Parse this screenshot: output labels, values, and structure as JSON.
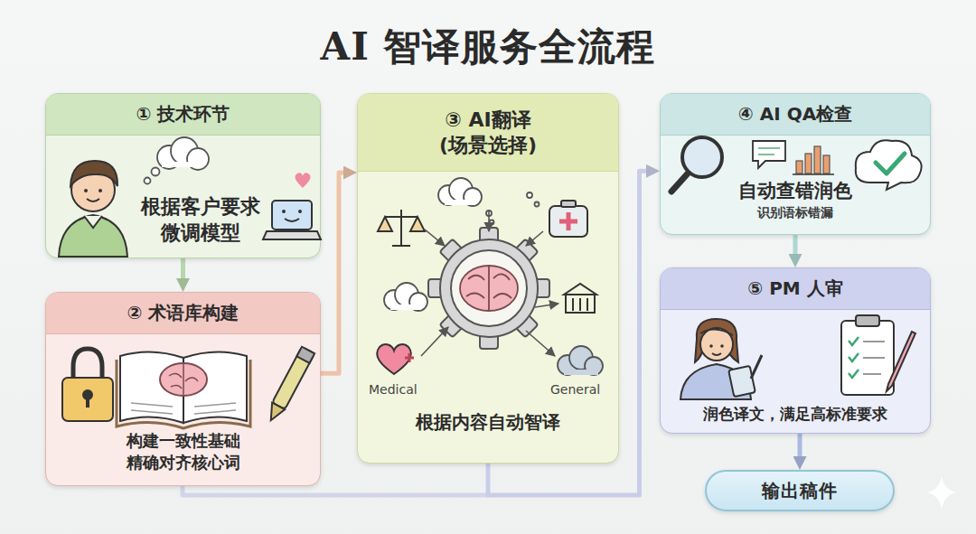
{
  "diagram": {
    "title": "AI 智译服务全流程",
    "nodes": [
      {
        "text": [
          "① 技术环节",
          "根据客户要求 微调模型"
        ]
      },
      {
        "text": [
          "② 术语库构建",
          "构建一致性基础 精确对齐核心词"
        ]
      },
      {
        "text": [
          "③ AI翻译 (场景选择)",
          "Medical",
          "General",
          "根据内容自动智译"
        ]
      },
      {
        "text": [
          "④ AI QA检查",
          "自动查错润色",
          "识别语标错漏"
        ]
      },
      {
        "text": [
          "⑤ PM 人审",
          "润色译文，满足高标准要求"
        ]
      },
      {
        "text": [
          "输出稿件"
        ]
      }
    ],
    "edges": [
      {
        "from": 0,
        "to": 1,
        "arrow": "to"
      },
      {
        "from": 1,
        "to": 2,
        "arrow": "to"
      },
      {
        "from": 2,
        "to": 3,
        "arrow": "to"
      },
      {
        "from": 3,
        "to": 4,
        "arrow": "to"
      },
      {
        "from": 4,
        "to": 5,
        "arrow": "to"
      }
    ]
  }
}
